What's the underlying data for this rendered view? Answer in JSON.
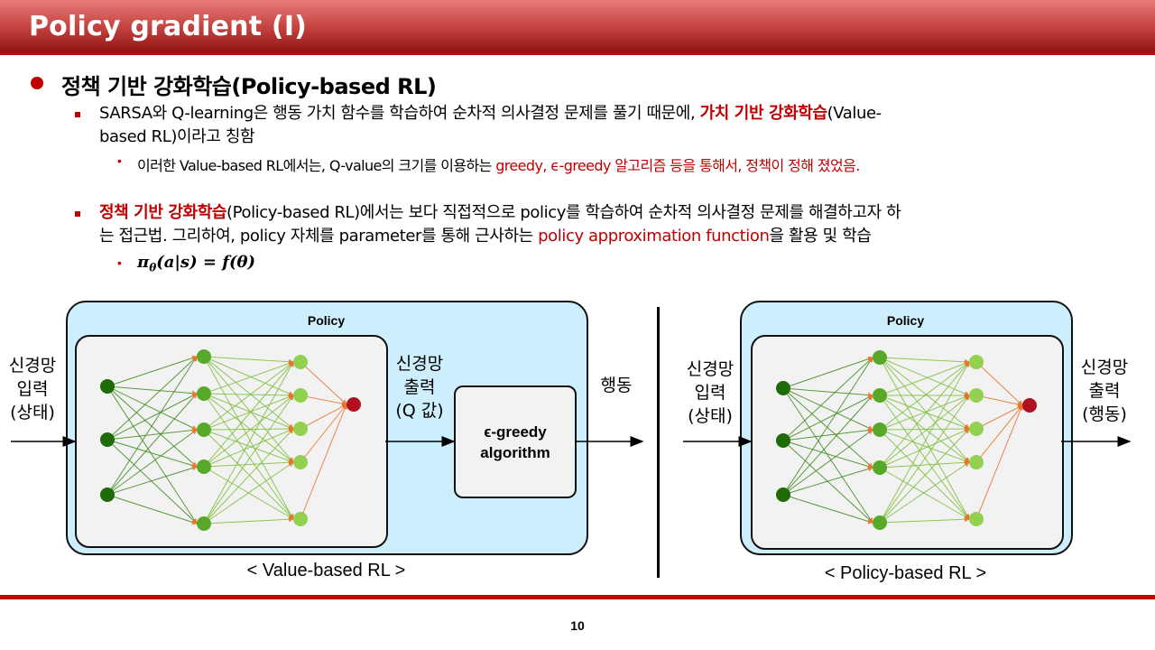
{
  "header": {
    "title": "Policy gradient (I)"
  },
  "heading": "정책 기반 강화학습(Policy-based RL)",
  "bullet1": {
    "line1_a": "SARSA와 Q-learning은 행동 가치 함수를 학습하여 순차적 의사결정 문제를 풀기 때문에, ",
    "line1_red": "가치 기반 강화학습",
    "line1_b": "(Value-",
    "line2": "based RL)이라고 칭함"
  },
  "sub1": {
    "a": "이러한 Value-based RL에서는, Q-value의 크기를 이용하는 ",
    "red": "greedy, ϵ-greedy 알고리즘 등을 통해서, 정책이 정해 졌었음."
  },
  "bullet2": {
    "red": "정책 기반 강화학습",
    "line1": "(Policy-based RL)에서는 보다 직접적으로 policy를 학습하여 순차적 의사결정 문제를 해결하고자 하",
    "line2_a": "는 접근법. 그리하여, policy 자체를 parameter를 통해 근사하는 ",
    "line2_red": "policy approximation  function",
    "line2_b": "을 활용 및 학습"
  },
  "formula": "πθ(a|s) = f(θ)",
  "formula_parts": {
    "pi": "π",
    "theta_sub": "θ",
    "args": "(a|s)",
    "eq": " = ",
    "f": "f(θ)"
  },
  "diagram_left": {
    "input_label": [
      "신경망",
      "입력",
      "(상태)"
    ],
    "policy_title": "Policy",
    "output_label": [
      "신경망",
      "출력",
      "(Q 값)"
    ],
    "algo_label": [
      "ϵ-greedy",
      "algorithm"
    ],
    "action_label": "행동",
    "caption": "< Value-based RL >"
  },
  "diagram_right": {
    "input_label": [
      "신경망",
      "입력",
      "(상태)"
    ],
    "policy_title": "Policy",
    "output_label": [
      "신경망",
      "출력",
      "(행동)"
    ],
    "caption": "< Policy-based RL >"
  },
  "colors": {
    "accent": "#c00000",
    "policy_bg": "#cdeefc",
    "inner_bg": "#f2f2f2",
    "node_dark": "#1f6b08",
    "node_mid": "#58a82a",
    "node_light": "#92d050",
    "node_out": "#b01020"
  },
  "page_number": "10"
}
